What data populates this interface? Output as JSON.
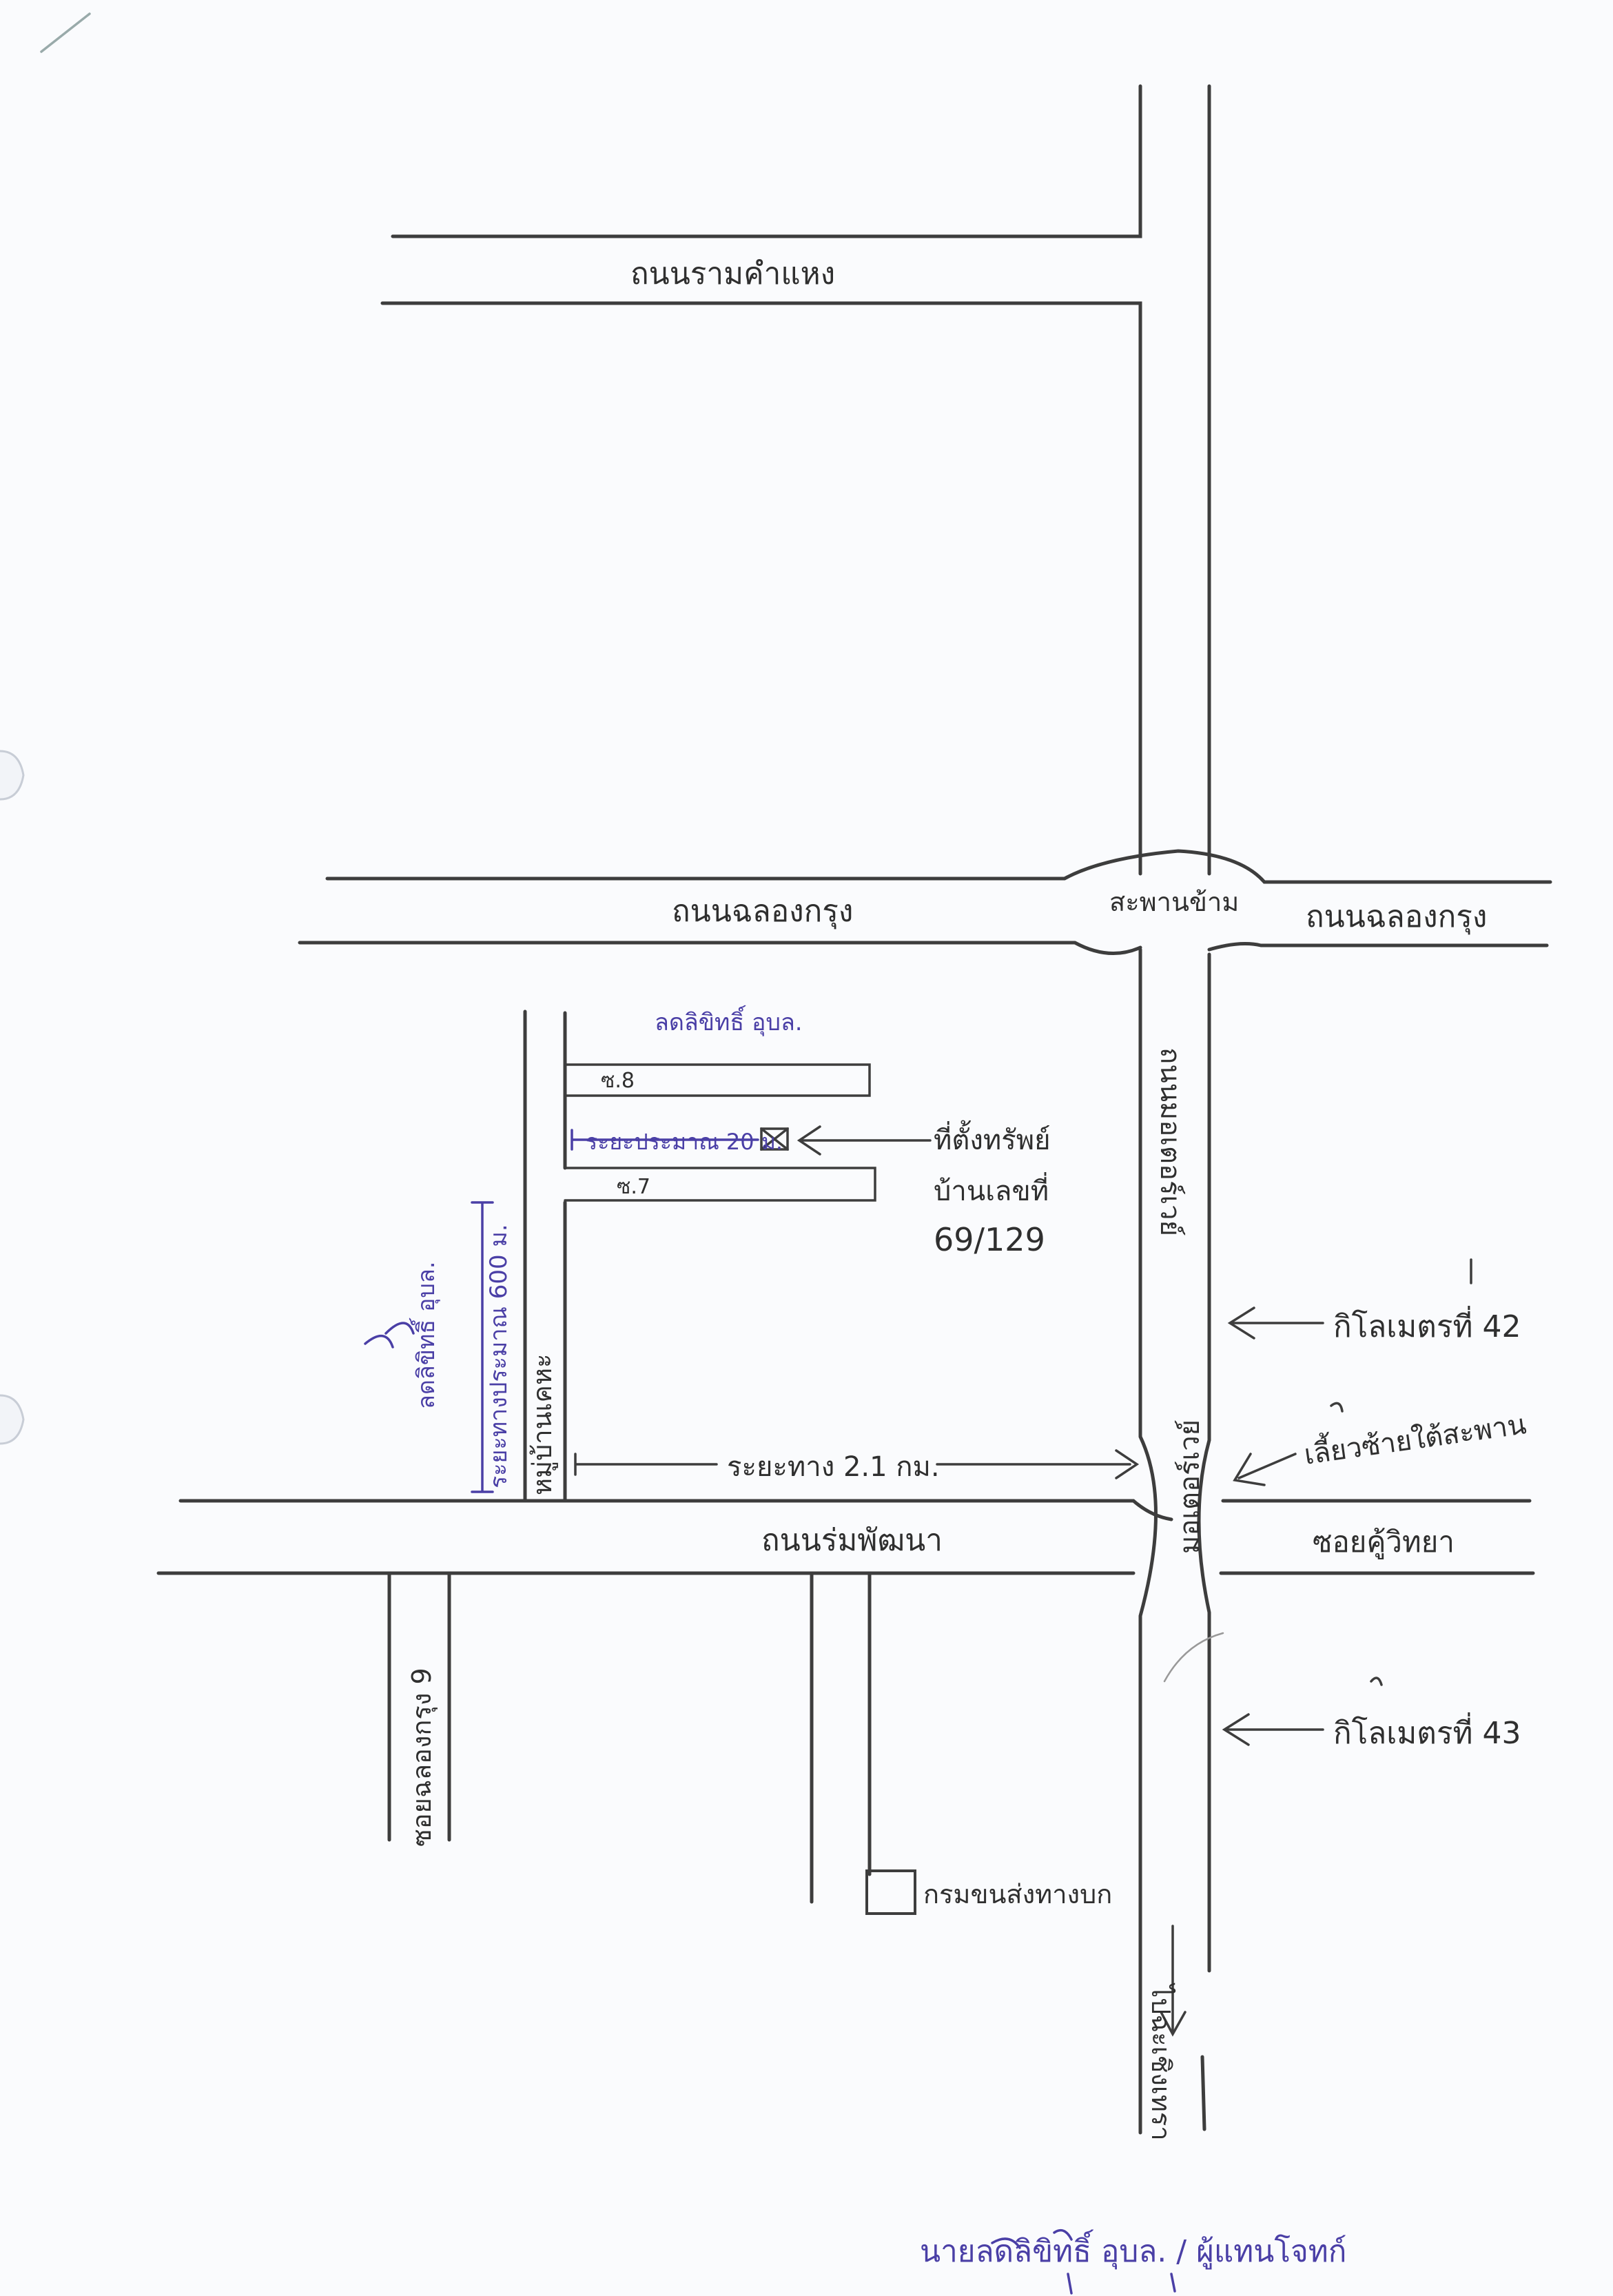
{
  "labels": {
    "road_ramkhamhaeng": "ถนนรามคำแหง",
    "road_chalong_krung_left": "ถนนฉลองกรุง",
    "bridge": "สะพานข้าม",
    "road_chalong_krung_right": "ถนนฉลองกรุง",
    "road_motorway": "ถนนมอเตอร์เวย์",
    "road_romphatthana": "ถนนร่มพัฒนา",
    "soi_chalong_krung": "ซอยฉลองกรุง 9",
    "soi_ketkao": "หมู่บ้านเคหะ",
    "soi_right": "ซอยคู้วิทยา",
    "motorway_lower": "มอเตอร์เวย์",
    "to_chachoengsao": "ไปฉะเชิงเทรา",
    "km42": "กิโลเมตรที่ 42",
    "km43": "กิโลเมตรที่ 43",
    "turn_under_bridge": "เลี้ยวซ้ายใต้สะพาน",
    "distance_21km": "ระยะทาง 2.1 กม.",
    "distance_20m": "ระยะประมาณ 20 ม.",
    "distance_600m": "ระยะทางประมาณ 600 ม.",
    "soi8": "ซ.8",
    "soi7": "ซ.7",
    "property": "ที่ตั้งทรัพย์",
    "house_no_label": "บ้านเลขที่",
    "house_no": "69/129",
    "transport_dept": "กรมขนส่งทางบก",
    "annot_top": "ลดลิขิทธิ์ อุบล.",
    "annot_left": "ลดลิขิทธิ์ อุบล.",
    "signature": "นายลดลิขิทธิ์ อุบล. / ผู้แทนโจทก์"
  }
}
